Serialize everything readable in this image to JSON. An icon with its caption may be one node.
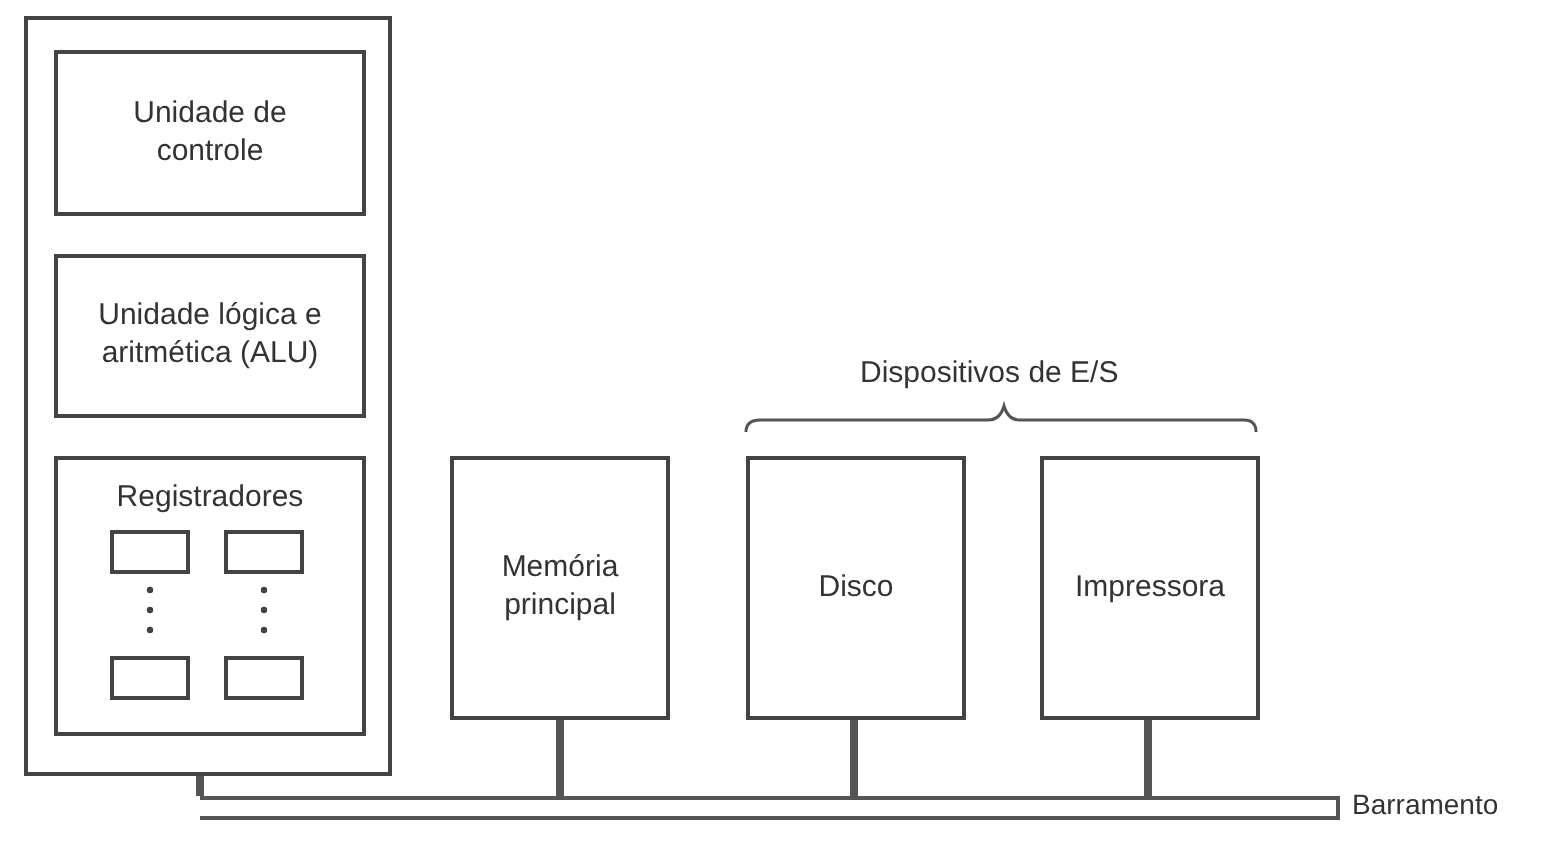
{
  "diagram": {
    "nodes": [
      {
        "text": [],
        "shape": "box"
      },
      {
        "text": [
          "Unidade de controle"
        ],
        "in": 0
      },
      {
        "text": [
          "Unidade lógica e aritmética (ALU)"
        ],
        "in": 0
      },
      {
        "text": [
          "Registradores"
        ],
        "in": 0
      },
      {
        "text": [],
        "shape": "box",
        "in": 3
      },
      {
        "text": [],
        "shape": "box",
        "in": 3
      },
      {
        "text": [],
        "shape": "box",
        "in": 3
      },
      {
        "text": [],
        "shape": "box",
        "in": 3
      },
      {
        "text": [
          "Memória principal"
        ]
      },
      {
        "text": [
          "Disco"
        ]
      },
      {
        "text": [
          "Impressora"
        ]
      },
      {
        "text": [],
        "shape": "bar",
        "beside": [
          "Barramento"
        ]
      }
    ],
    "edges": [
      {
        "from": 0,
        "to": 11,
        "arrow": "none"
      },
      {
        "from": 8,
        "to": 11,
        "arrow": "none"
      },
      {
        "from": 9,
        "to": 11,
        "arrow": "none"
      },
      {
        "from": 10,
        "to": 11,
        "arrow": "none"
      }
    ],
    "labels": [
      "Dispositivos de E/S"
    ]
  }
}
